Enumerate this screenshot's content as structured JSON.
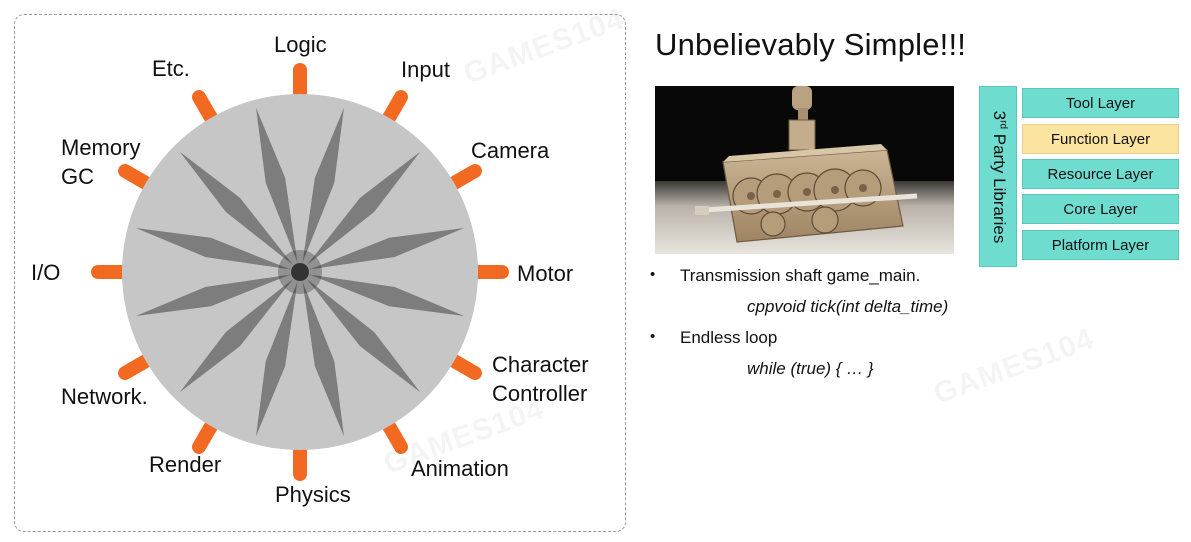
{
  "wheel": {
    "labels": {
      "logic": "Logic",
      "input": "Input",
      "camera": "Camera",
      "motor": "Motor",
      "character_controller": "Character\nController",
      "animation": "Animation",
      "physics": "Physics",
      "render": "Render",
      "network": "Network.",
      "io": "I/O",
      "memory_gc": "Memory\nGC",
      "etc": "Etc."
    },
    "colors": {
      "disc": "#c6c6c6",
      "spoke": "#7d7d7d",
      "hub": "#333333",
      "peg": "#f26a22"
    }
  },
  "title": "Unbelievably Simple!!!",
  "photo_icon": "cardboard-gear-machine-photo",
  "bullets": [
    {
      "text": "Transmission shaft game_main.",
      "code": "cppvoid tick(int delta_time)"
    },
    {
      "text": "Endless loop",
      "code": "while (true) { … }"
    }
  ],
  "stack": {
    "third_party_prefix": "3",
    "third_party_sup": "rd",
    "third_party_rest": " Party Libraries",
    "layers": [
      "Tool Layer",
      "Function Layer",
      "Resource Layer",
      "Core Layer",
      "Platform Layer"
    ],
    "highlight_index": 1,
    "colors": {
      "layer": "#6fdcd0",
      "highlight": "#fbe4a0"
    }
  },
  "watermark": "GAMES104"
}
